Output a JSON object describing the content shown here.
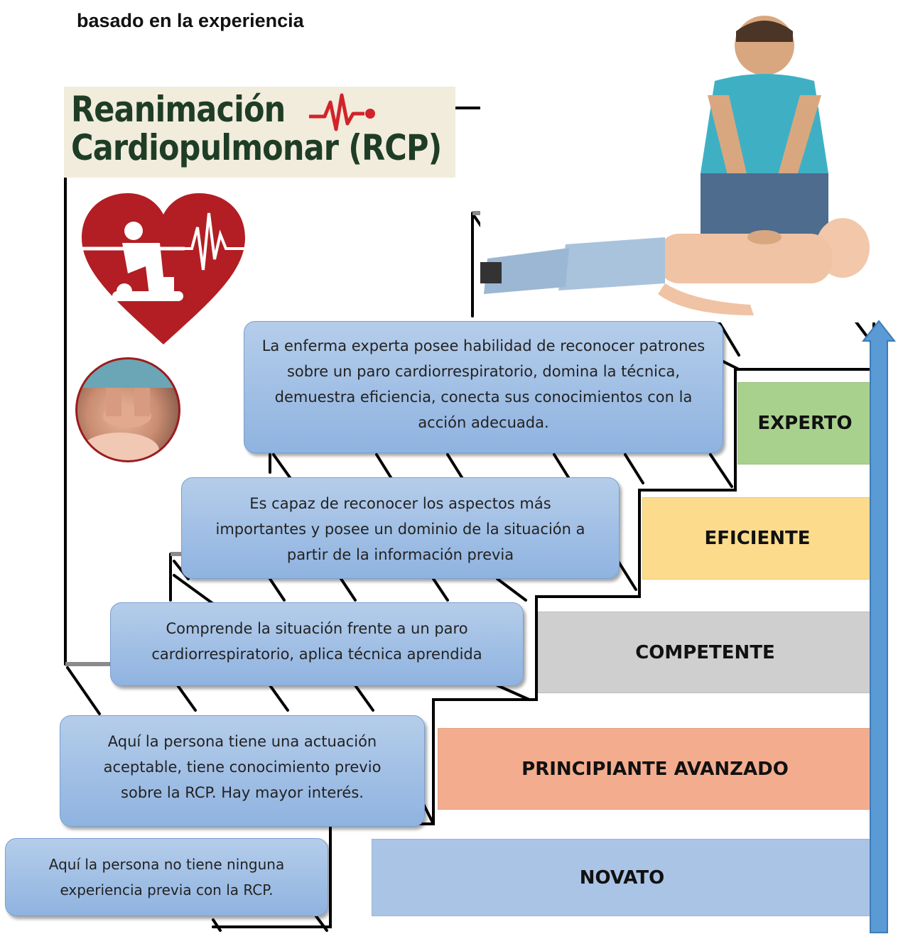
{
  "title": "basado en la experiencia",
  "logo": {
    "line1": "Reanimación",
    "line2": "Cardiopulmonar (RCP)"
  },
  "icons": {
    "heart": "heart-cpr-icon",
    "hands": "hands-compression-icon",
    "photo": "cpr-training-photo",
    "arrow": "up-arrow-icon"
  },
  "colors": {
    "novato": "#aac4e6",
    "principiante": "#f3ad8e",
    "competente": "#cfcfcf",
    "eficiente": "#fddb8c",
    "experto": "#a9d18e",
    "callout": "#9fbde4",
    "logo_text": "#1f3d26",
    "logo_ecg": "#d2232a",
    "heart": "#b21e23"
  },
  "levels": [
    {
      "name": "NOVATO",
      "description": "Aquí la persona no tiene ninguna experiencia previa con la RCP."
    },
    {
      "name": "PRINCIPIANTE AVANZADO",
      "description": "Aquí la persona tiene una actuación aceptable, tiene conocimiento previo sobre la RCP. Hay mayor interés."
    },
    {
      "name": "COMPETENTE",
      "description": "Comprende la situación frente a un paro cardiorrespiratorio, aplica técnica aprendida"
    },
    {
      "name": "EFICIENTE",
      "description": "Es capaz de reconocer los aspectos más importantes y posee un dominio de la situación a partir de la información previa"
    },
    {
      "name": "EXPERTO",
      "description": "La enferma experta posee habilidad de reconocer patrones sobre un paro cardiorrespiratorio, domina la técnica, demuestra eficiencia, conecta sus conocimientos con la acción adecuada."
    }
  ]
}
